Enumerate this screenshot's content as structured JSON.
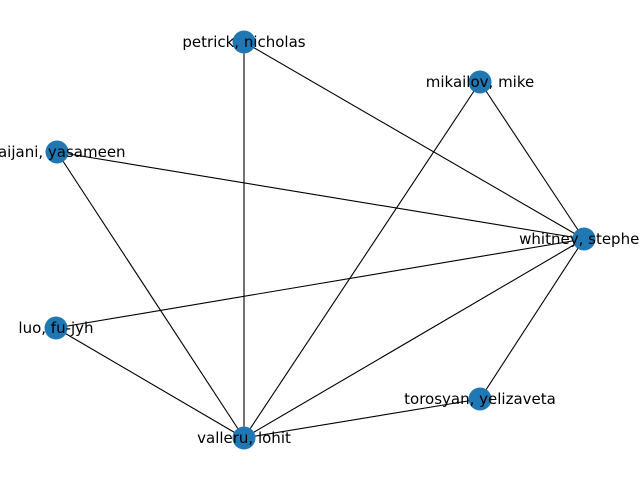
{
  "graph": {
    "node_color": "#1f77b4",
    "edge_color": "#000000",
    "label_color": "#000000",
    "nodes": [
      {
        "id": "petrick",
        "label": "petrick, nicholas"
      },
      {
        "id": "mikailov",
        "label": "mikailov, mike"
      },
      {
        "id": "baijani",
        "label": "baijani, yasameen"
      },
      {
        "id": "whitney",
        "label": "whitney, stephen"
      },
      {
        "id": "luo",
        "label": "luo, fu-jyh"
      },
      {
        "id": "torosyan",
        "label": "torosyan, yelizaveta"
      },
      {
        "id": "valleru",
        "label": "valleru, lohit"
      }
    ],
    "edges": [
      [
        "petrick",
        "whitney"
      ],
      [
        "petrick",
        "valleru"
      ],
      [
        "mikailov",
        "whitney"
      ],
      [
        "mikailov",
        "valleru"
      ],
      [
        "baijani",
        "whitney"
      ],
      [
        "baijani",
        "valleru"
      ],
      [
        "luo",
        "whitney"
      ],
      [
        "luo",
        "valleru"
      ],
      [
        "torosyan",
        "whitney"
      ],
      [
        "torosyan",
        "valleru"
      ],
      [
        "whitney",
        "valleru"
      ]
    ]
  }
}
